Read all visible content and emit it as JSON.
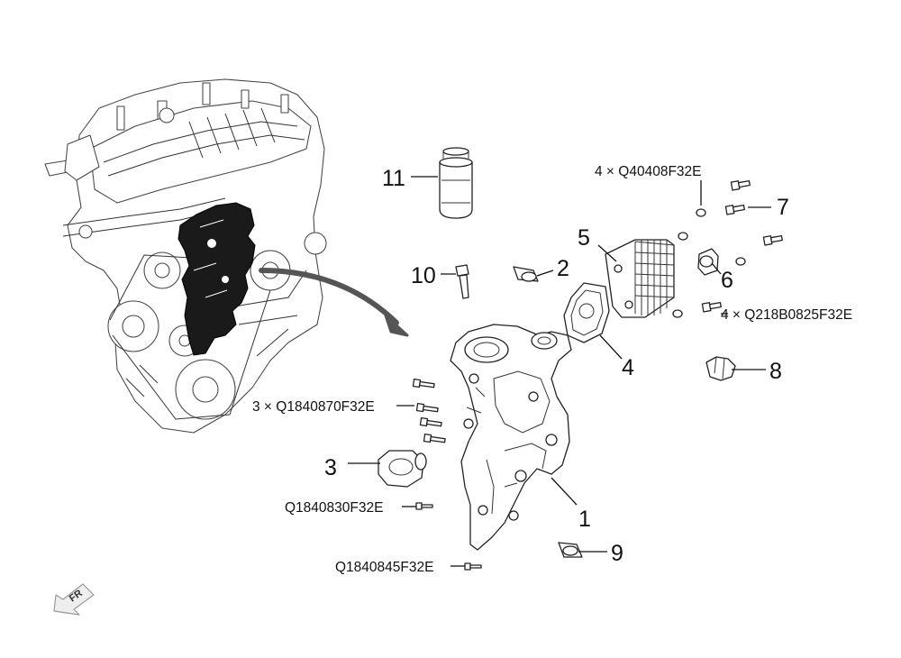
{
  "callouts": {
    "c1": "1",
    "c2": "2",
    "c3": "3",
    "c4": "4",
    "c5": "5",
    "c6": "6",
    "c7": "7",
    "c8": "8",
    "c9": "9",
    "c10": "10",
    "c11": "11"
  },
  "part_numbers": {
    "bolts_top": "4 × Q40408F32E",
    "bolts_right": "4 × Q218B0825F32E",
    "bolts_left": "3 × Q1840870F32E",
    "bolt_a": "Q1840830F32E",
    "bolt_b": "Q1840845F32E"
  },
  "direction_label": "FR"
}
